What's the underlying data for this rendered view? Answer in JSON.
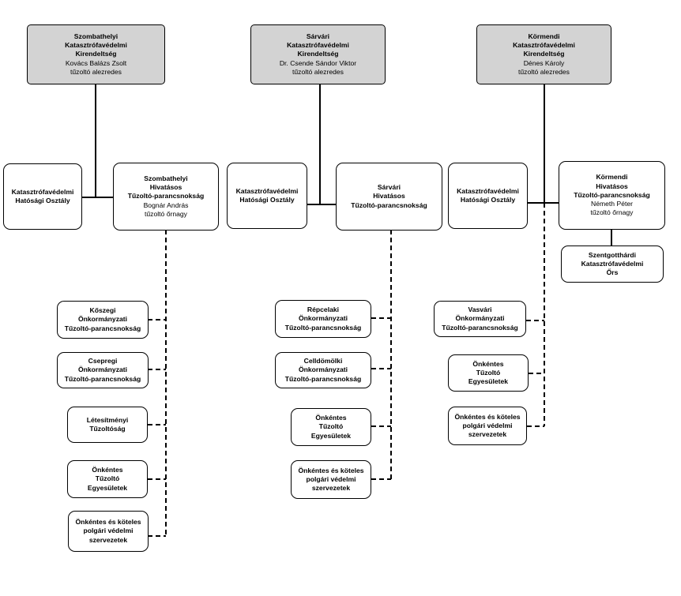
{
  "columns": [
    {
      "head": {
        "lines": [
          "Szombathelyi",
          "Katasztrófavédelmi",
          "Kirendeltség"
        ],
        "person": "Kovács Balázs Zsolt",
        "rank": "tűzoltó alezredes"
      },
      "dept": {
        "lines": [
          "Katasztrófavédelmi",
          "Hatósági Osztály"
        ]
      },
      "station": {
        "lines": [
          "Szombathelyi",
          "Hivatásos",
          "Tűzoltó-parancsnokság"
        ],
        "person": "Bognár András",
        "rank": "tűzoltó őrnagy"
      },
      "units": [
        {
          "lines": [
            "Kőszegi",
            "Önkormányzati",
            "Tűzoltó-parancsnokság"
          ]
        },
        {
          "lines": [
            "Csepregi",
            "Önkormányzati",
            "Tűzoltó-parancsnokság"
          ]
        },
        {
          "lines": [
            "Létesítményi",
            "Tűzoltóság"
          ]
        },
        {
          "lines": [
            "Önkéntes",
            "Tűzoltó",
            "Egyesületek"
          ]
        },
        {
          "lines": [
            "Önkéntes és köteles",
            "polgári védelmi",
            "szervezetek"
          ]
        }
      ]
    },
    {
      "head": {
        "lines": [
          "Sárvári",
          "Katasztrófavédelmi",
          "Kirendeltség"
        ],
        "person": "Dr. Csende Sándor Viktor",
        "rank": "tűzoltó alezredes"
      },
      "dept": {
        "lines": [
          "Katasztrófavédelmi",
          "Hatósági Osztály"
        ]
      },
      "station": {
        "lines": [
          "Sárvári",
          "Hivatásos",
          "Tűzoltó-parancsnokság"
        ]
      },
      "units": [
        {
          "lines": [
            "Répcelaki",
            "Önkormányzati",
            "Tűzoltó-parancsnokság"
          ]
        },
        {
          "lines": [
            "Celldömölki",
            "Önkormányzati",
            "Tűzoltó-parancsnokság"
          ]
        },
        {
          "lines": [
            "Önkéntes",
            "Tűzoltó",
            "Egyesületek"
          ]
        },
        {
          "lines": [
            "Önkéntes és köteles",
            "polgári védelmi",
            "szervezetek"
          ]
        }
      ]
    },
    {
      "head": {
        "lines": [
          "Körmendi",
          "Katasztrófavédelmi",
          "Kirendeltség"
        ],
        "person": "Dénes Károly",
        "rank": "tűzoltó alezredes"
      },
      "dept": {
        "lines": [
          "Katasztrófavédelmi",
          "Hatósági Osztály"
        ]
      },
      "station": {
        "lines": [
          "Körmendi",
          "Hivatásos",
          "Tűzoltó-parancsnokság"
        ],
        "person": "Németh Péter",
        "rank": "tűzoltó őrnagy"
      },
      "guard": {
        "lines": [
          "Szentgotthárdi",
          "Katasztrófavédelmi",
          "Őrs"
        ]
      },
      "units": [
        {
          "lines": [
            "Vasvári",
            "Önkormányzati",
            "Tűzoltó-parancsnokság"
          ]
        },
        {
          "lines": [
            "Önkéntes",
            "Tűzoltó",
            "Egyesületek"
          ]
        },
        {
          "lines": [
            "Önkéntes és köteles",
            "polgári védelmi",
            "szervezetek"
          ]
        }
      ]
    }
  ]
}
